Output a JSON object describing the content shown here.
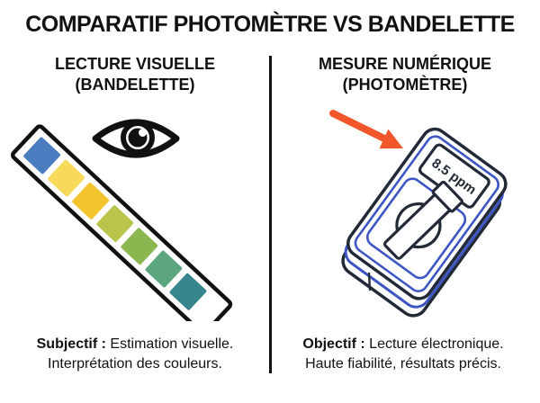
{
  "title": "COMPARATIF PHOTOMÈTRE VS BANDELETTE",
  "divider_color": "#111111",
  "left": {
    "heading": [
      "LECTURE VISUELLE",
      "(BANDELETTE)"
    ],
    "caption": {
      "lead": "Subjectif :",
      "line1_rest": " Estimation visuelle.",
      "line2": "Interprétation des couleurs."
    },
    "strip_pad_colors": [
      "#4a7dc0",
      "#f8d95c",
      "#f4c42e",
      "#b9c44a",
      "#8bb750",
      "#5ba57f",
      "#38868d"
    ],
    "strip_outline_color": "#111111",
    "eye_color": "#111111"
  },
  "right": {
    "heading": [
      "MESURE NUMÉRIQUE",
      "(PHOTOMÈTRE)"
    ],
    "caption": {
      "lead": "Objectif :",
      "line1_rest": " Lecture électronique.",
      "line2": "Haute fiabilité, résultats précis."
    },
    "display_value": "8.5 ppm",
    "colors": {
      "outline": "#222a38",
      "accent_blue": "#3d56c4",
      "arrow_orange": "#f1572b"
    }
  }
}
